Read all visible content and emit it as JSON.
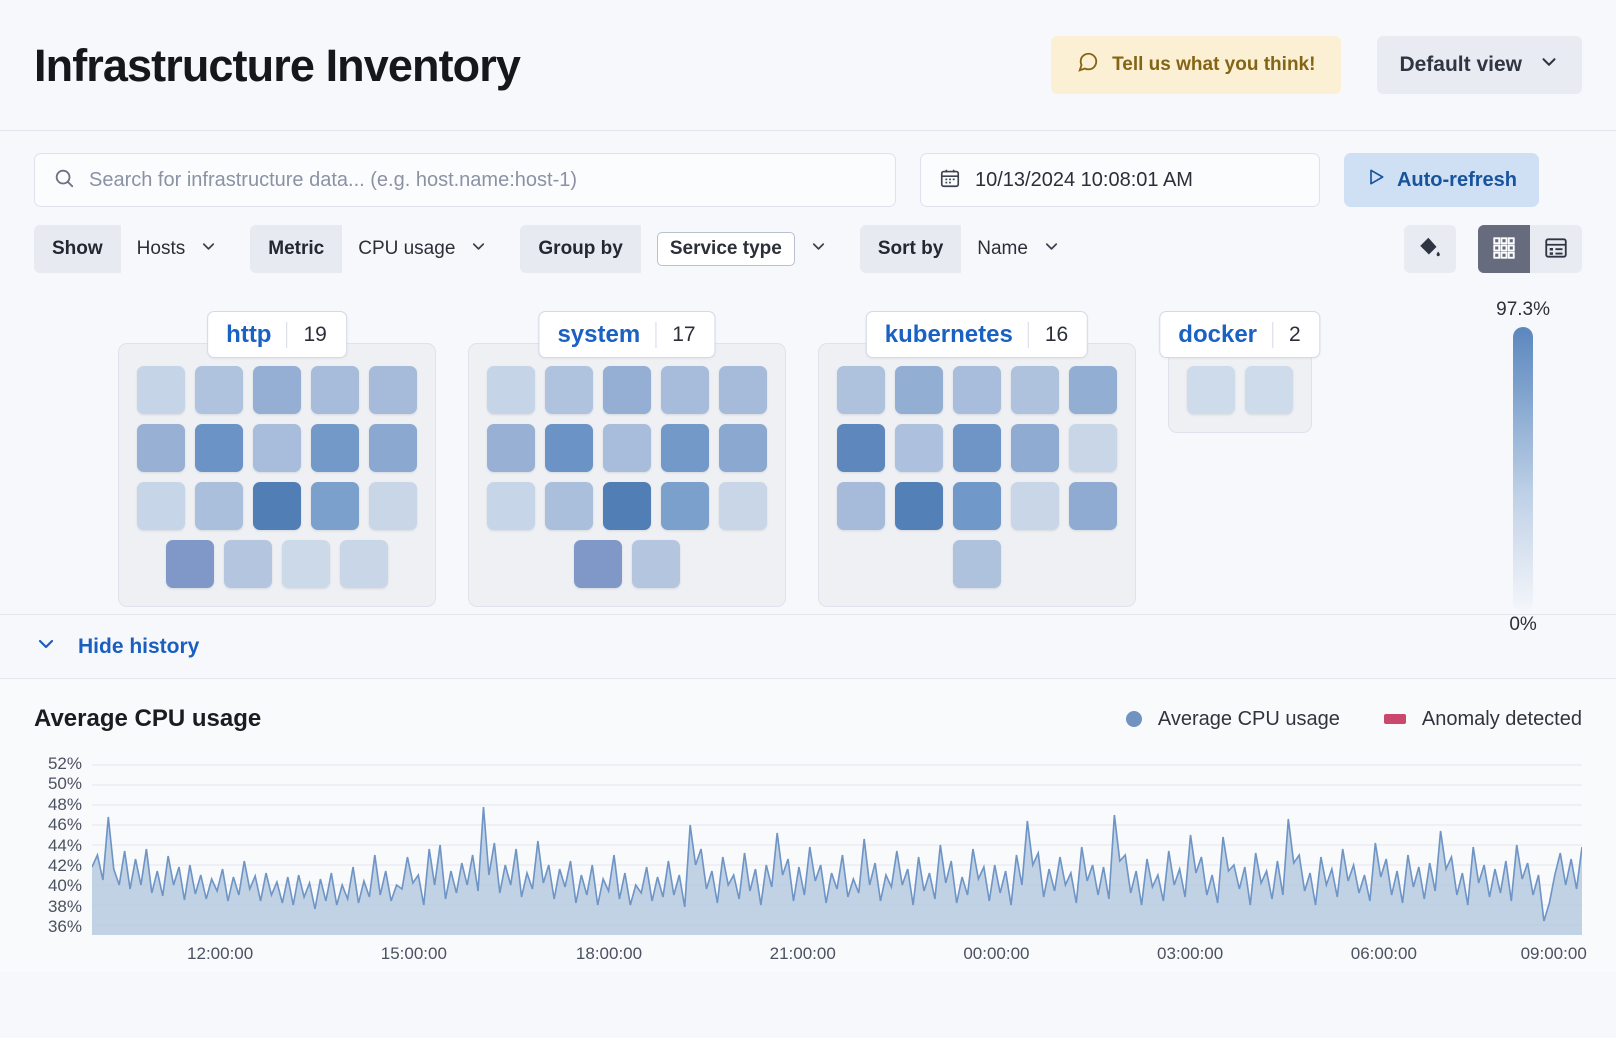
{
  "header": {
    "title": "Infrastructure Inventory",
    "feedback_label": "Tell us what you think!",
    "feedback_icon": "comment-icon",
    "view_label": "Default view",
    "view_chevron": "chevron-down-icon",
    "accent_yellow_bg": "#fcf0d4",
    "accent_yellow_fg": "#836516"
  },
  "query_bar": {
    "search_placeholder": "Search for infrastructure data... (e.g. host.name:host-1)",
    "search_value": "",
    "search_icon": "search-icon",
    "date_value": "10/13/2024 10:08:01 AM",
    "date_icon": "calendar-icon",
    "refresh_label": "Auto-refresh",
    "refresh_icon": "play-icon",
    "refresh_bg": "#cfe0f5",
    "refresh_fg": "#17549c"
  },
  "controls": {
    "filters": [
      {
        "label": "Show",
        "value": "Hosts",
        "boxed": false
      },
      {
        "label": "Metric",
        "value": "CPU usage",
        "boxed": false
      },
      {
        "label": "Group by",
        "value": "Service type",
        "boxed": true
      },
      {
        "label": "Sort by",
        "value": "Name",
        "boxed": false
      }
    ],
    "palette_icon": "color-fill-icon",
    "grid_view_icon": "grid-view-icon",
    "table_view_icon": "table-view-icon",
    "active_view": "grid"
  },
  "treemap": {
    "groups": [
      {
        "name": "http",
        "count": "19",
        "rows": [
          [
            "#c5d4e7",
            "#b0c3de",
            "#95aed3",
            "#a7bcda",
            "#a6bbda"
          ],
          [
            "#98b0d3",
            "#6b93c5",
            "#a8bcdb",
            "#7399c8",
            "#8aa8d0"
          ],
          [
            "#c6d5e8",
            "#aabfdc",
            "#517eb5",
            "#7ba0cb",
            "#c8d6e8"
          ],
          [
            "#8098c8",
            "#b4c5e0",
            "#cbd9e9",
            "#c8d6e8"
          ]
        ]
      },
      {
        "name": "system",
        "count": "17",
        "rows": [
          [
            "#c5d4e7",
            "#b0c3de",
            "#95aed3",
            "#a7bcda",
            "#a6bbda"
          ],
          [
            "#98b0d3",
            "#6b93c5",
            "#a8bcdb",
            "#7399c8",
            "#8aa8d0"
          ],
          [
            "#c6d5e8",
            "#aabfdc",
            "#517eb5",
            "#7ba0cb",
            "#c8d6e8"
          ],
          [
            "#8098c8",
            "#b4c5e0"
          ]
        ]
      },
      {
        "name": "kubernetes",
        "count": "16",
        "rows": [
          [
            "#aec1dd",
            "#93aed3",
            "#a8bcdb",
            "#aec1dd",
            "#93aed3"
          ],
          [
            "#5d87bd",
            "#adc0dd",
            "#6f95c6",
            "#8fabd1",
            "#c8d6e8"
          ],
          [
            "#a6bbda",
            "#5480b8",
            "#7099c9",
            "#c8d6e8",
            "#8fabd1"
          ],
          [
            "#aec1dd"
          ]
        ]
      },
      {
        "name": "docker",
        "count": "2",
        "rows": [
          [
            "#cedbea",
            "#cedbea"
          ]
        ]
      }
    ],
    "legend": {
      "max": "97.3%",
      "min": "0%"
    }
  },
  "history": {
    "toggle_label": "Hide history",
    "toggle_icon": "chevron-down-icon"
  },
  "chart_data": {
    "type": "area",
    "title": "Average CPU usage",
    "xlabel": "",
    "ylabel": "",
    "ylim": [
      35,
      53
    ],
    "yticks": [
      "52%",
      "50%",
      "48%",
      "46%",
      "44%",
      "42%",
      "40%",
      "38%",
      "36%"
    ],
    "ytick_values": [
      52,
      50,
      48,
      46,
      44,
      42,
      40,
      38,
      36
    ],
    "grid": true,
    "legend_position": "top-right",
    "legend": [
      {
        "name": "Average CPU usage",
        "color": "#7193c0",
        "marker": "dot"
      },
      {
        "name": "Anomaly detected",
        "color": "#c9486c",
        "marker": "square"
      }
    ],
    "xticks": [
      "12:00:00",
      "15:00:00",
      "18:00:00",
      "21:00:00",
      "00:00:00",
      "03:00:00",
      "06:00:00",
      "09:00:00"
    ],
    "xtick_positions": [
      0.086,
      0.216,
      0.347,
      0.477,
      0.607,
      0.737,
      0.867,
      0.981
    ],
    "line_color": "#6f95c6",
    "fill_color": "#aec4de",
    "series": [
      {
        "name": "Average CPU usage",
        "values": [
          41.8,
          43.0,
          40.5,
          46.8,
          41.6,
          40.0,
          43.4,
          39.6,
          42.6,
          40.0,
          43.6,
          39.2,
          41.4,
          38.9,
          42.9,
          40.0,
          41.8,
          38.5,
          42.0,
          39.1,
          41.0,
          38.6,
          40.6,
          39.4,
          41.6,
          38.4,
          40.8,
          39.0,
          42.4,
          39.6,
          40.9,
          38.4,
          41.2,
          39.0,
          40.3,
          38.2,
          40.8,
          38.0,
          41.0,
          38.8,
          40.2,
          37.6,
          40.6,
          38.4,
          41.2,
          38.0,
          40.0,
          38.6,
          41.8,
          38.2,
          40.4,
          38.8,
          43.0,
          39.0,
          41.4,
          38.4,
          40.0,
          39.6,
          42.8,
          40.2,
          41.0,
          38.0,
          43.6,
          40.0,
          44.0,
          38.6,
          41.4,
          39.2,
          42.2,
          40.0,
          43.0,
          39.4,
          47.8,
          41.0,
          44.2,
          39.2,
          42.0,
          40.0,
          43.6,
          38.8,
          41.2,
          39.6,
          44.4,
          40.2,
          42.0,
          38.6,
          41.6,
          39.8,
          42.4,
          38.2,
          41.0,
          39.0,
          42.0,
          38.0,
          40.6,
          39.4,
          43.0,
          38.6,
          41.2,
          38.0,
          40.0,
          39.2,
          41.8,
          38.4,
          40.8,
          38.8,
          42.4,
          39.0,
          41.0,
          37.8,
          46.0,
          42.0,
          43.6,
          39.6,
          41.4,
          38.2,
          42.8,
          40.0,
          41.0,
          38.6,
          43.2,
          39.4,
          41.6,
          38.0,
          42.0,
          39.8,
          45.2,
          41.0,
          42.6,
          38.4,
          41.8,
          39.0,
          43.8,
          40.4,
          42.0,
          38.2,
          41.2,
          39.6,
          43.0,
          38.8,
          40.6,
          39.2,
          44.6,
          40.0,
          42.2,
          38.4,
          41.0,
          39.8,
          43.4,
          40.0,
          41.6,
          38.0,
          42.8,
          39.4,
          41.2,
          38.6,
          44.0,
          40.2,
          42.4,
          38.2,
          40.8,
          39.0,
          43.6,
          40.6,
          41.8,
          38.4,
          42.0,
          39.2,
          41.4,
          38.0,
          43.0,
          40.0,
          46.4,
          42.0,
          43.2,
          38.8,
          41.6,
          39.4,
          42.8,
          40.0,
          41.2,
          38.2,
          43.8,
          40.4,
          42.0,
          39.0,
          41.8,
          38.6,
          47.0,
          42.4,
          43.0,
          39.2,
          41.4,
          38.0,
          42.6,
          39.8,
          41.0,
          38.4,
          43.4,
          40.0,
          41.6,
          38.8,
          45.0,
          41.2,
          42.8,
          39.0,
          41.0,
          38.2,
          44.8,
          41.4,
          42.0,
          39.6,
          41.8,
          38.0,
          43.2,
          40.2,
          41.4,
          38.6,
          42.4,
          39.0,
          46.6,
          42.2,
          43.0,
          39.4,
          41.2,
          38.0,
          42.8,
          40.0,
          41.6,
          38.8,
          43.6,
          40.4,
          42.0,
          39.2,
          41.0,
          38.4,
          44.2,
          40.8,
          42.6,
          39.0,
          41.4,
          38.2,
          43.0,
          39.8,
          41.8,
          38.6,
          42.2,
          39.4,
          45.4,
          41.6,
          42.8,
          39.0,
          41.2,
          38.0,
          43.8,
          40.2,
          42.0,
          38.8,
          41.6,
          39.2,
          42.4,
          38.4,
          44.0,
          40.6,
          42.2,
          39.0,
          41.0,
          36.4,
          38.2,
          41.0,
          43.2,
          40.0,
          42.6,
          39.6,
          43.8
        ]
      }
    ]
  }
}
